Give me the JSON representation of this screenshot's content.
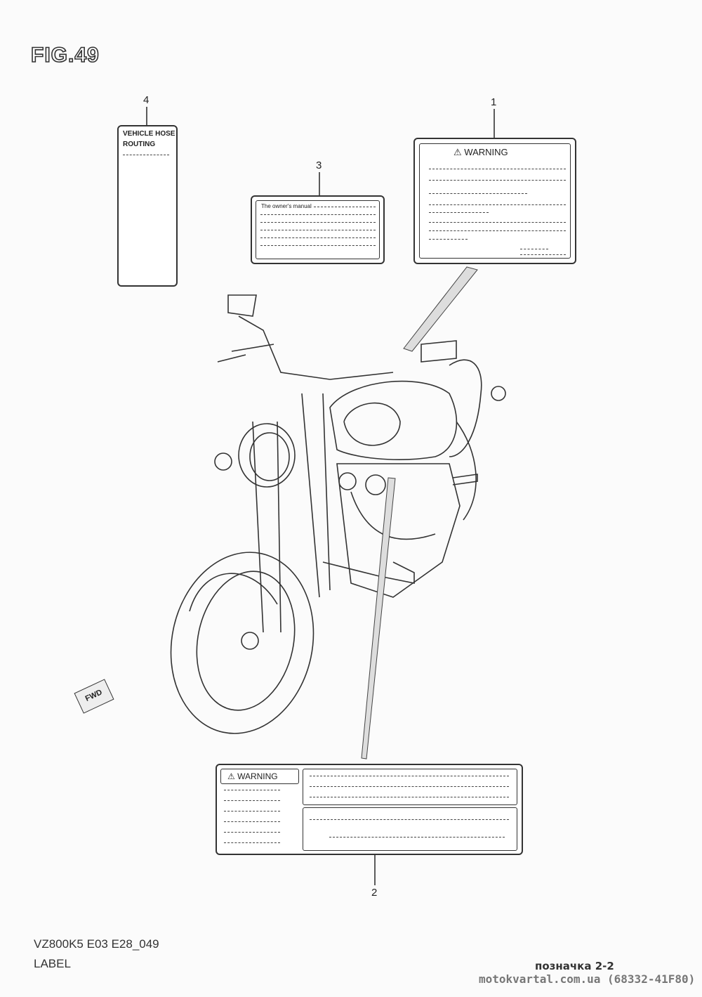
{
  "figure_title": "FIG.49",
  "callouts": [
    "1",
    "2",
    "3",
    "4"
  ],
  "label_1": {
    "heading": "WARNING"
  },
  "label_2": {
    "heading": "WARNING"
  },
  "label_3": {
    "heading": "The owner's manual"
  },
  "label_4": {
    "line1": "VEHICLE HOSE",
    "line2": "ROUTING"
  },
  "fwd_arrow": "FWD",
  "footer": {
    "model_code": "VZ800K5 E03 E28_049",
    "section": "LABEL",
    "reference": "позначка 2-2",
    "site": "motokvartal.com.ua (68332-41F80)"
  }
}
